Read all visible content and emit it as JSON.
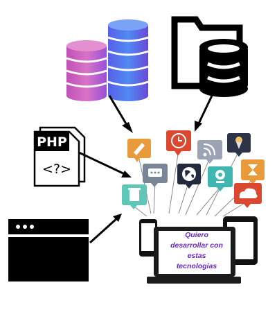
{
  "php_file": {
    "label": "PHP",
    "symbol": "<?>"
  },
  "laptop": {
    "lines": [
      "Quiero",
      "desarrollar con",
      "estas",
      "tecnologías"
    ]
  },
  "colors": {
    "text": "#6a27c9",
    "pink": "#d869c2",
    "blue": "#4c7df0",
    "black": "#000000"
  },
  "icons": [
    "edit-icon",
    "clock-icon",
    "rss-icon",
    "ice-cream-icon",
    "chat-icon",
    "globe-icon",
    "webcam-icon",
    "hourglass-icon",
    "trash-icon",
    "cloud-icon"
  ]
}
